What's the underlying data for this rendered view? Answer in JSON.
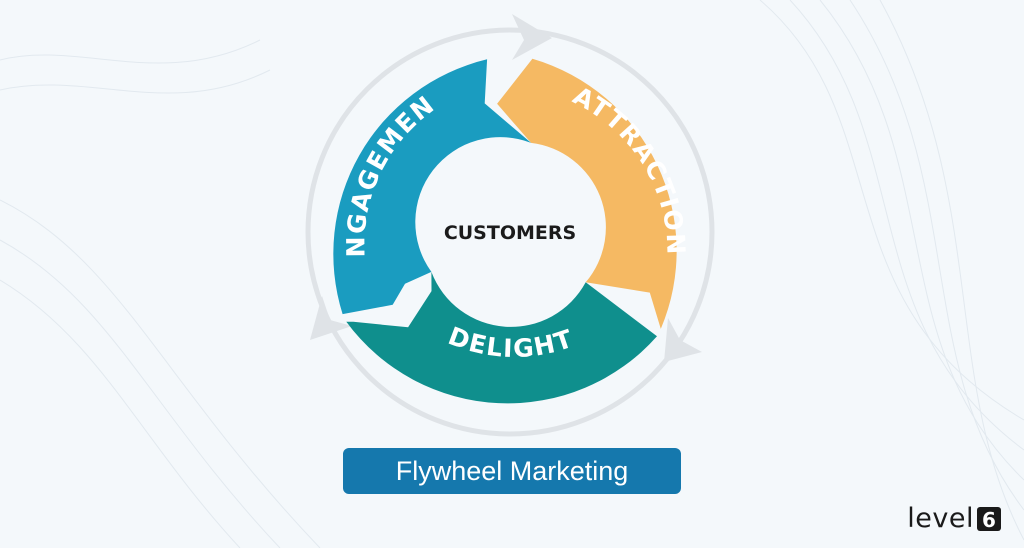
{
  "diagram": {
    "center_label": "CUSTOMERS",
    "segments": [
      {
        "label": "ATTRACTION",
        "color": "#f5b963"
      },
      {
        "label": "DELIGHT",
        "color": "#0f8f8d"
      },
      {
        "label": "ENGAGEMENT",
        "color": "#1a9cc0"
      }
    ],
    "ring_color": "#dfe3e7"
  },
  "caption": {
    "title": "Flywheel Marketing"
  },
  "brand": {
    "wordmark": "level",
    "mark": "6"
  }
}
